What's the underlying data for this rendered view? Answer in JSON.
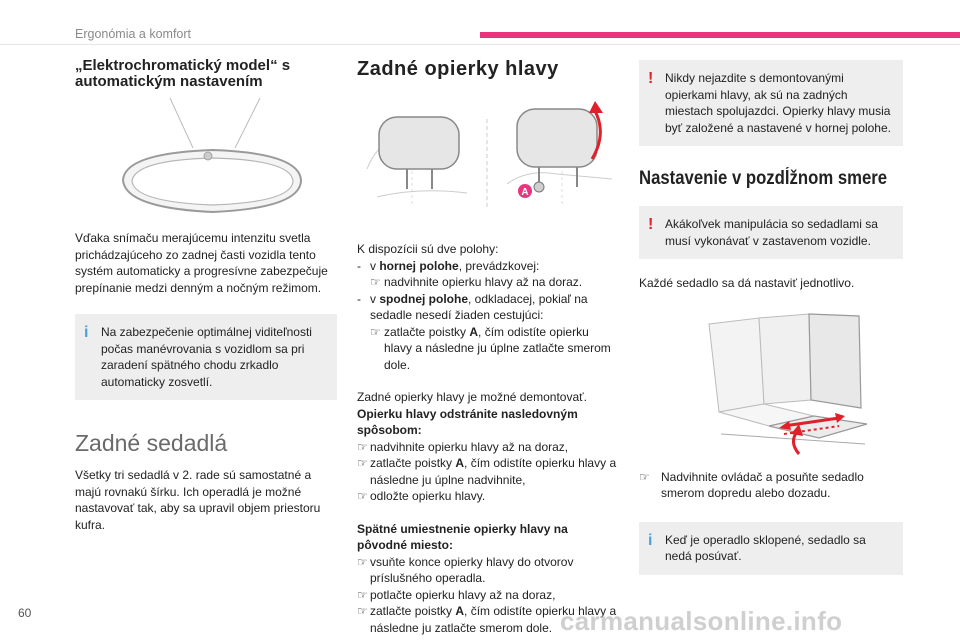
{
  "header": {
    "section": "Ergonómia a komfort"
  },
  "page_number": "60",
  "watermark": "carmanualsonline.info",
  "col1": {
    "mirror_title": "„Elektrochromatický model“ s automatickým nastavením",
    "mirror_text": "Vďaka snímaču merajúcemu intenzitu svetla prichádzajúceho zo zadnej časti vozidla tento systém automaticky a progresívne zabezpečuje prepínanie medzi denným a nočným režimom.",
    "mirror_note": "Na zabezpečenie optimálnej viditeľnosti počas manévrovania s vozidlom sa pri zaradení spätného chodu zrkadlo automaticky zosvetlí.",
    "seats_title": "Zadné sedadlá",
    "seats_text": "Všetky tri sedadlá v 2. rade sú samostatné a majú rovnakú šírku. Ich operadlá je možné nastavovať tak, aby sa upravil objem priestoru kufra."
  },
  "col2": {
    "title": "Zadné opierky hlavy",
    "label_a": "A",
    "positions_intro": "K dispozícii sú dve polohy:",
    "pos1_prefix": "v ",
    "pos1_bold": "hornej polohe",
    "pos1_rest": ", prevádzkovej:",
    "pos1_sub": "nadvihnite opierku hlavy až na doraz.",
    "pos2_prefix": "v ",
    "pos2_bold": "spodnej polohe",
    "pos2_rest": ", odkladacej, pokiaľ na sedadle nesedí žiaden cestujúci:",
    "pos2_sub_pre": "zatlačte poistky ",
    "pos2_sub_bold": "A",
    "pos2_sub_post": ", čím odistíte opierku hlavy a následne ju úplne zatlačte smerom dole.",
    "removable": "Zadné opierky hlavy je možné demontovať.",
    "remove_title": "Opierku hlavy odstránite nasledovným spôsobom:",
    "remove_1": "nadvihnite opierku hlavy až na doraz,",
    "remove_2_pre": "zatlačte poistky ",
    "remove_2_bold": "A",
    "remove_2_post": ", čím odistíte opierku hlavy a následne ju úplne nadvihnite,",
    "remove_3": "odložte opierku hlavy.",
    "refit_title": "Spätné umiestnenie opierky hlavy na pôvodné miesto:",
    "refit_1": "vsuňte konce opierky hlavy do otvorov príslušného operadla.",
    "refit_2": "potlačte opierku hlavy až na doraz,",
    "refit_3_pre": "zatlačte poistky ",
    "refit_3_bold": "A",
    "refit_3_post": ", čím odistíte opierku hlavy a následne ju zatlačte smerom dole."
  },
  "col3": {
    "warn_headrest": "Nikdy nejazdite s demontovanými opierkami hlavy, ak sú na zadných miestach spolujazdci. Opierky hlavy musia byť založené a nastavené v hornej polohe.",
    "long_title": "Nastavenie v pozdĺžnom smere",
    "warn_stopped": "Akákoľvek manipulácia so sedadlami sa musí vykonávať v zastavenom vozidle.",
    "individually": "Každé sedadlo sa dá nastaviť jednotlivo.",
    "instruction": "Nadvihnite ovládač a posuňte sedadlo smerom dopredu alebo dozadu.",
    "info_folded": "Keď je operadlo sklopené, sedadlo sa nedá posúvať."
  },
  "icons": {
    "arrow_bullet": "☞",
    "dash": "-",
    "info": "i",
    "warning": "!"
  },
  "colors": {
    "accent": "#e8357e",
    "info": "#4aa3d8",
    "warning": "#e0202a",
    "note_bg": "#eeeeee"
  }
}
